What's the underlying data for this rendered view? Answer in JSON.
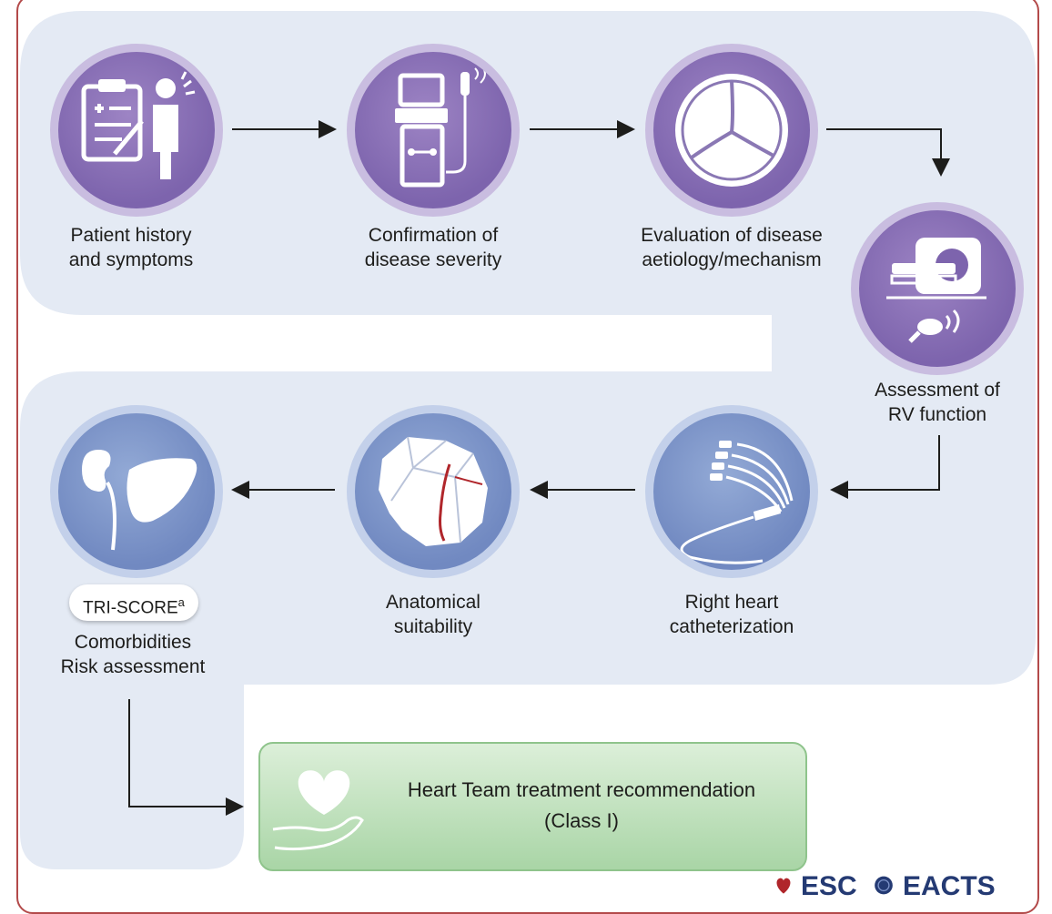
{
  "steps": {
    "history": {
      "line1": "Patient history",
      "line2": "and symptoms",
      "icon": "clipboard-patient-icon"
    },
    "severity": {
      "line1": "Confirmation of",
      "line2": "disease severity",
      "icon": "echocardiography-machine-icon"
    },
    "aetiology": {
      "line1": "Evaluation of disease",
      "line2": "aetiology/mechanism",
      "icon": "tricuspid-valve-icon"
    },
    "rv": {
      "line1": "Assessment of",
      "line2": "RV function",
      "icon": "mri-scanner-icon"
    },
    "cath": {
      "line1": "Right heart",
      "line2": "catheterization",
      "icon": "catheter-icon"
    },
    "anatomy": {
      "line1": "Anatomical",
      "line2": "suitability",
      "icon": "heart-anatomy-icon"
    },
    "risk": {
      "badge": "TRI-SCORE",
      "badge_sup": "a",
      "line1": "Comorbidities",
      "line2": "Risk assessment",
      "icon": "kidney-liver-icon"
    }
  },
  "outcome": {
    "line1": "Heart Team treatment recommendation",
    "line2": "(Class I)",
    "icon": "heart-in-hand-icon"
  },
  "logos": {
    "esc": "ESC",
    "eacts": "EACTS"
  },
  "colors": {
    "frame": "#b34a4a",
    "panel": "#e4eaf4",
    "purple": "#7d64ad",
    "blue": "#7189c1",
    "green": "#a9d5a6"
  }
}
